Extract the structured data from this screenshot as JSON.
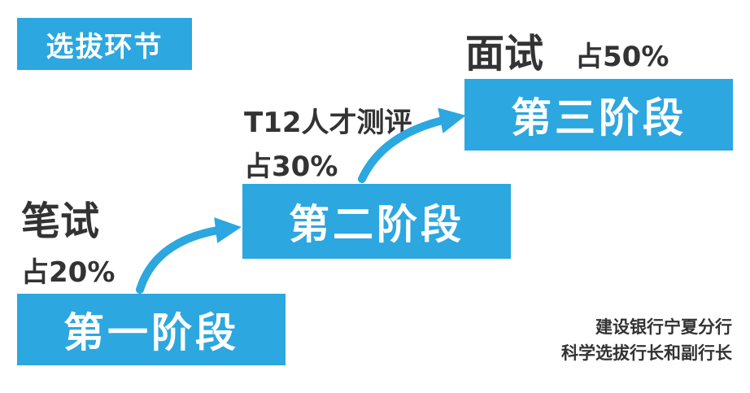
{
  "title": "选拔环节",
  "stages": [
    {
      "label": "第一阶段",
      "method": "笔试",
      "share": "占20%"
    },
    {
      "label": "第二阶段",
      "method": "T12人才测评",
      "share": "占30%"
    },
    {
      "label": "第三阶段",
      "method": "面试",
      "share": "占50%"
    }
  ],
  "credit": {
    "line1": "建设银行宁夏分行",
    "line2": "科学选拔行长和副行长"
  },
  "colors": {
    "accent": "#2ca7df",
    "text": "#333333"
  }
}
